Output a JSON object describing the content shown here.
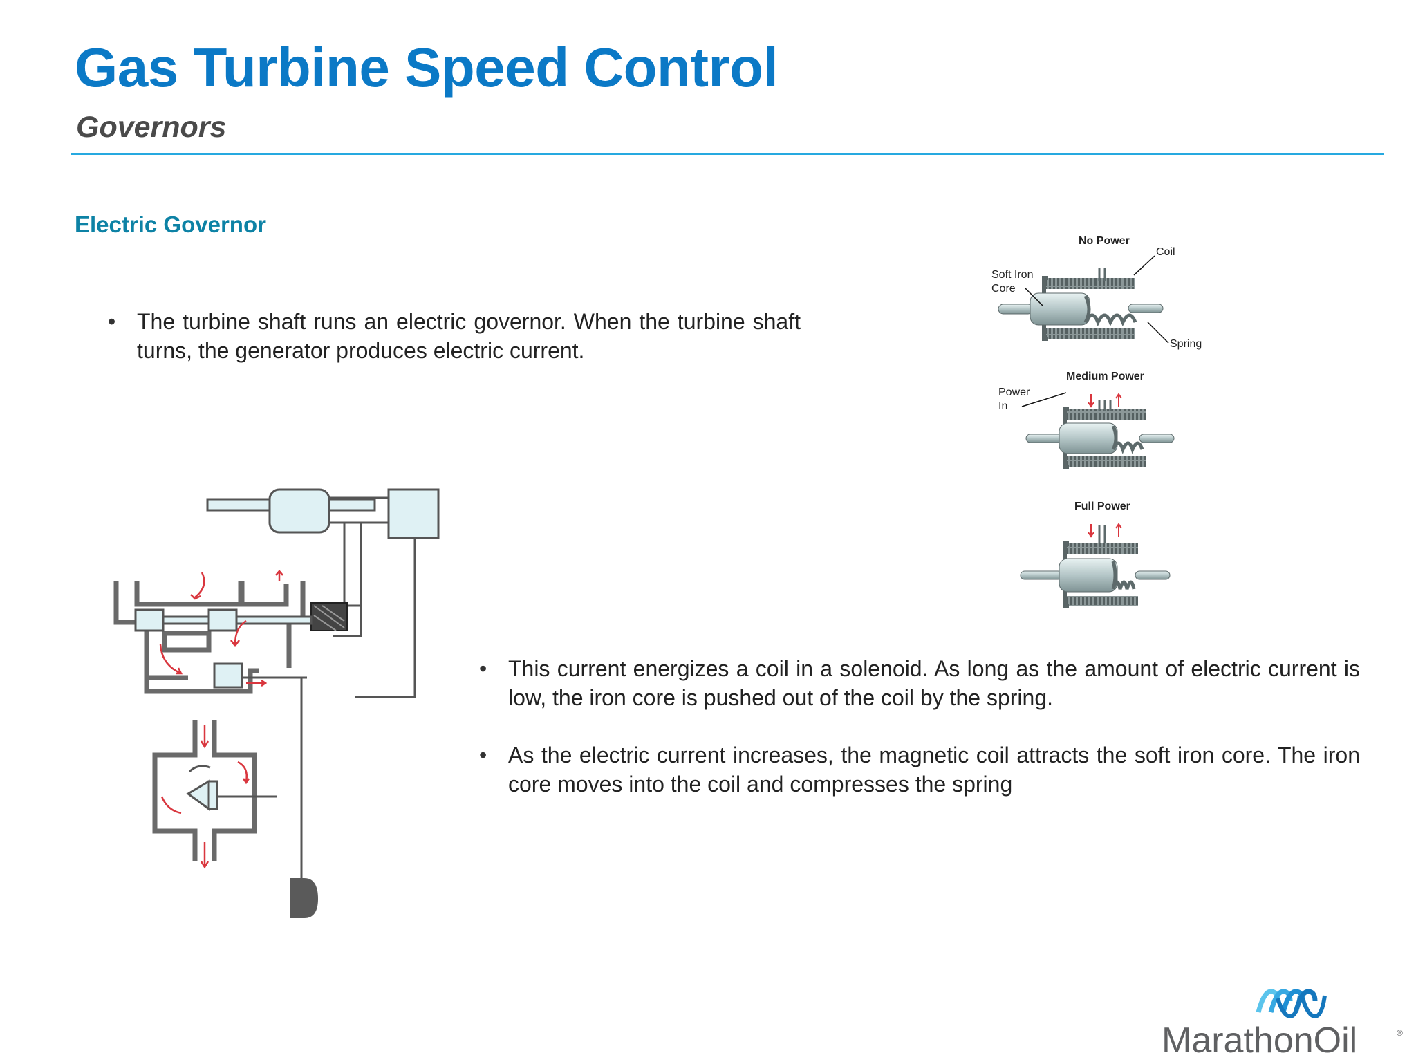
{
  "header": {
    "title": "Gas Turbine Speed Control",
    "subtitle": "Governors"
  },
  "section": {
    "heading": "Electric Governor"
  },
  "bullets_top": [
    "The turbine shaft runs an electric governor.  When the turbine shaft turns, the generator produces electric current."
  ],
  "bullets_bottom": [
    "This current energizes a coil in a solenoid.  As long as the amount of electric current is low, the iron core is pushed out of the coil by the spring.",
    "As the electric current increases, the magnetic coil attracts the soft iron core.  The iron core moves into the coil and compresses the spring"
  ],
  "solenoid_diagram": {
    "no_power": "No Power",
    "coil": "Coil",
    "soft_iron_line1": "Soft Iron",
    "soft_iron_line2": "Core",
    "spring": "Spring",
    "medium_power": "Medium Power",
    "power_line1": "Power",
    "power_line2": "In",
    "full_power": "Full Power"
  },
  "logo": {
    "text": "MarathonOil",
    "mark": "®",
    "color_light": "#5bc4ec",
    "color_dark": "#1577bd",
    "text_color": "#5f6062"
  },
  "colors": {
    "title": "#0b79c6",
    "rule": "#26a9e0",
    "heading": "#0d82a5",
    "flow_arrow": "#d9363e"
  }
}
